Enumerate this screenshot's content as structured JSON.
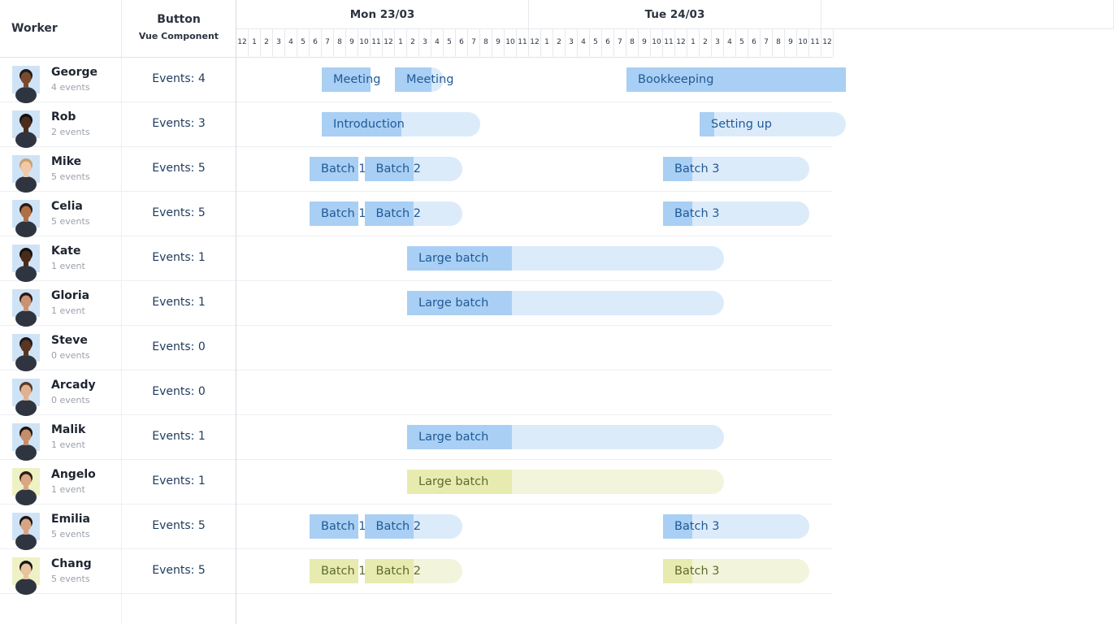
{
  "header": {
    "worker_label": "Worker",
    "button_title": "Button",
    "button_subtitle": "Vue Component",
    "days": [
      "Mon 23/03",
      "Tue 24/03"
    ],
    "hours": [
      "12",
      "1",
      "2",
      "3",
      "4",
      "5",
      "6",
      "7",
      "8",
      "9",
      "10",
      "11",
      "12",
      "1",
      "2",
      "3",
      "4",
      "5",
      "6",
      "7",
      "8",
      "9",
      "10",
      "11"
    ]
  },
  "rows": [
    {
      "name": "George",
      "events_text": "4 events",
      "button": "Events: 4",
      "avatar_skin": "#7a4a2e",
      "avatar_hair": "#1b1b1b",
      "avatar_bg": "#cfe3f7",
      "events": [
        {
          "label": "Meeting",
          "day": 0,
          "start_h": 7.0,
          "end_h": 11.0,
          "progress": 1.0,
          "color": "blue"
        },
        {
          "label": "Meeting",
          "day": 0,
          "start_h": 13.0,
          "end_h": 17.0,
          "progress": 0.75,
          "color": "blue"
        },
        {
          "label": "Bookkeeping",
          "day": 1,
          "start_h": 8.0,
          "end_h": 26.0,
          "progress": 1.0,
          "color": "blue"
        }
      ]
    },
    {
      "name": "Rob",
      "events_text": "2 events",
      "button": "Events: 3",
      "avatar_skin": "#4a2c1d",
      "avatar_hair": "#111111",
      "avatar_bg": "#cfe3f7",
      "events": [
        {
          "label": "Introduction",
          "day": 0,
          "start_h": 7.0,
          "end_h": 20.0,
          "progress": 0.5,
          "color": "blue"
        },
        {
          "label": "Setting up",
          "day": 1,
          "start_h": 14.0,
          "end_h": 26.0,
          "progress": 0.1,
          "color": "blue"
        }
      ]
    },
    {
      "name": "Mike",
      "events_text": "5 events",
      "button": "Events: 5",
      "avatar_skin": "#f0c9a6",
      "avatar_hair": "#c8a06e",
      "avatar_bg": "#cfe3f7",
      "events": [
        {
          "label": "Batch 1",
          "day": 0,
          "start_h": 6.0,
          "end_h": 10.0,
          "progress": 1.0,
          "color": "blue"
        },
        {
          "label": "Batch 2",
          "day": 0,
          "start_h": 10.5,
          "end_h": 18.5,
          "progress": 0.5,
          "color": "blue"
        },
        {
          "label": "Batch 3",
          "day": 1,
          "start_h": 11.0,
          "end_h": 23.0,
          "progress": 0.2,
          "color": "blue"
        }
      ]
    },
    {
      "name": "Celia",
      "events_text": "5 events",
      "button": "Events: 5",
      "avatar_skin": "#b06e45",
      "avatar_hair": "#2a1a10",
      "avatar_bg": "#cfe3f7",
      "events": [
        {
          "label": "Batch 1",
          "day": 0,
          "start_h": 6.0,
          "end_h": 10.0,
          "progress": 1.0,
          "color": "blue"
        },
        {
          "label": "Batch 2",
          "day": 0,
          "start_h": 10.5,
          "end_h": 18.5,
          "progress": 0.5,
          "color": "blue"
        },
        {
          "label": "Batch 3",
          "day": 1,
          "start_h": 11.0,
          "end_h": 23.0,
          "progress": 0.2,
          "color": "blue"
        }
      ]
    },
    {
      "name": "Kate",
      "events_text": "1 event",
      "button": "Events: 1",
      "avatar_skin": "#4b2a1a",
      "avatar_hair": "#111111",
      "avatar_bg": "#cfe3f7",
      "events": [
        {
          "label": "Large batch",
          "day": 0,
          "start_h": 14.0,
          "end_h": 40.0,
          "progress": 0.33,
          "color": "blue"
        }
      ]
    },
    {
      "name": "Gloria",
      "events_text": "1 event",
      "button": "Events: 1",
      "avatar_skin": "#c99273",
      "avatar_hair": "#2a1810",
      "avatar_bg": "#cfe3f7",
      "events": [
        {
          "label": "Large batch",
          "day": 0,
          "start_h": 14.0,
          "end_h": 40.0,
          "progress": 0.33,
          "color": "blue"
        }
      ]
    },
    {
      "name": "Steve",
      "events_text": "0 events",
      "button": "Events: 0",
      "avatar_skin": "#5a3522",
      "avatar_hair": "#1a1a1a",
      "avatar_bg": "#cfe3f7",
      "events": []
    },
    {
      "name": "Arcady",
      "events_text": "0 events",
      "button": "Events: 0",
      "avatar_skin": "#e2b08d",
      "avatar_hair": "#5a3a24",
      "avatar_bg": "#cfe3f7",
      "events": []
    },
    {
      "name": "Malik",
      "events_text": "1 event",
      "button": "Events: 1",
      "avatar_skin": "#c58e6a",
      "avatar_hair": "#1c1410",
      "avatar_bg": "#cfe3f7",
      "events": [
        {
          "label": "Large batch",
          "day": 0,
          "start_h": 14.0,
          "end_h": 40.0,
          "progress": 0.33,
          "color": "blue"
        }
      ]
    },
    {
      "name": "Angelo",
      "events_text": "1 event",
      "button": "Events: 1",
      "avatar_skin": "#d9a781",
      "avatar_hair": "#2b1d14",
      "avatar_bg": "#eef1c4",
      "events": [
        {
          "label": "Large batch",
          "day": 0,
          "start_h": 14.0,
          "end_h": 40.0,
          "progress": 0.33,
          "color": "green"
        }
      ]
    },
    {
      "name": "Emilia",
      "events_text": "5 events",
      "button": "Events: 5",
      "avatar_skin": "#d7a583",
      "avatar_hair": "#1e1512",
      "avatar_bg": "#cfe3f7",
      "events": [
        {
          "label": "Batch 1",
          "day": 0,
          "start_h": 6.0,
          "end_h": 10.0,
          "progress": 1.0,
          "color": "blue"
        },
        {
          "label": "Batch 2",
          "day": 0,
          "start_h": 10.5,
          "end_h": 18.5,
          "progress": 0.5,
          "color": "blue"
        },
        {
          "label": "Batch 3",
          "day": 1,
          "start_h": 11.0,
          "end_h": 23.0,
          "progress": 0.2,
          "color": "blue"
        }
      ]
    },
    {
      "name": "Chang",
      "events_text": "5 events",
      "button": "Events: 5",
      "avatar_skin": "#e8c3a0",
      "avatar_hair": "#151515",
      "avatar_bg": "#eef1c4",
      "events": [
        {
          "label": "Batch 1",
          "day": 0,
          "start_h": 6.0,
          "end_h": 10.0,
          "progress": 1.0,
          "color": "green"
        },
        {
          "label": "Batch 2",
          "day": 0,
          "start_h": 10.5,
          "end_h": 18.5,
          "progress": 0.5,
          "color": "green"
        },
        {
          "label": "Batch 3",
          "day": 1,
          "start_h": 11.0,
          "end_h": 23.0,
          "progress": 0.2,
          "color": "green"
        }
      ]
    }
  ]
}
